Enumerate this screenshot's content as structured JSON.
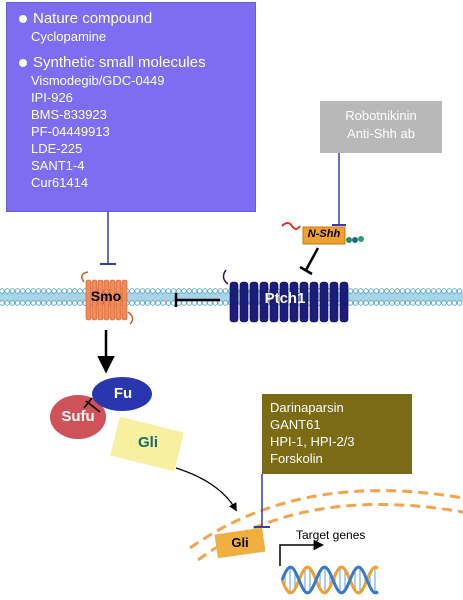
{
  "inhibitors_top": {
    "natural_header": "Nature compound",
    "natural_items": [
      "Cyclopamine"
    ],
    "synthetic_header": "Synthetic small molecules",
    "synthetic_items": [
      "Vismodegib/GDC-0449",
      "IPI-926",
      "BMS-833923",
      "PF-04449913",
      "LDE-225",
      "SANT1-4",
      "Cur61414"
    ]
  },
  "inhibitors_shh": [
    "Robotnikinin",
    "Anti-Shh ab"
  ],
  "inhibitors_gli": [
    "Darinaparsin",
    "GANT61",
    "HPI-1, HPI-2/3",
    "Forskolin"
  ],
  "labels": {
    "shh": "N-Shh",
    "smo": "Smo",
    "ptch1": "Ptch1",
    "fu": "Fu",
    "sufu": "Sufu",
    "gli_cytoplasm": "Gli",
    "gli_nucleus": "Gli",
    "target_genes": "Target genes"
  },
  "colors": {
    "purple_box": "#7e6df0",
    "gray_box": "#b8b8b8",
    "olive_box": "#7b6b15",
    "inhibit_line": "#3a3aa6",
    "smo": "#f08a5a",
    "ptch1": "#1c1c7a",
    "fu": "#2a35b0",
    "sufu": "#cf5258",
    "gli": "#f7f0a0",
    "gli_nucleus": "#f0b040",
    "nuclear_envelope": "#f5a34d",
    "dna_a": "#f0a030",
    "dna_b": "#3a78c8"
  }
}
